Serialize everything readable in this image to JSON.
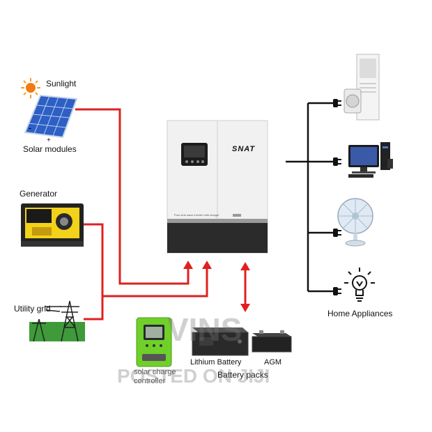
{
  "sources": {
    "sunlight_label": "Sunlight",
    "solar_label": "Solar modules",
    "solar_minus": "-",
    "solar_plus": "+",
    "generator_label": "Generator",
    "grid_label": "Utility grid"
  },
  "inverter": {
    "brand": "SNAT",
    "panel_text": "Pure sine wave inverter with charger"
  },
  "storage": {
    "controller_label_line1": "solar charge",
    "controller_label_line2": "controller",
    "lithium_label": "Lithium Battery",
    "agm_label": "AGM",
    "packs_label": "Battery packs"
  },
  "loads": {
    "label": "Home Appliances"
  },
  "watermark": {
    "line1": "VINS",
    "line2": "POSTED ON JIJI"
  },
  "colors": {
    "wire_red": "#e02020",
    "wire_black": "#111111",
    "inverter_body": "#f2f2f2",
    "inverter_base": "#2a2a2a",
    "controller_green": "#6fd02a"
  }
}
